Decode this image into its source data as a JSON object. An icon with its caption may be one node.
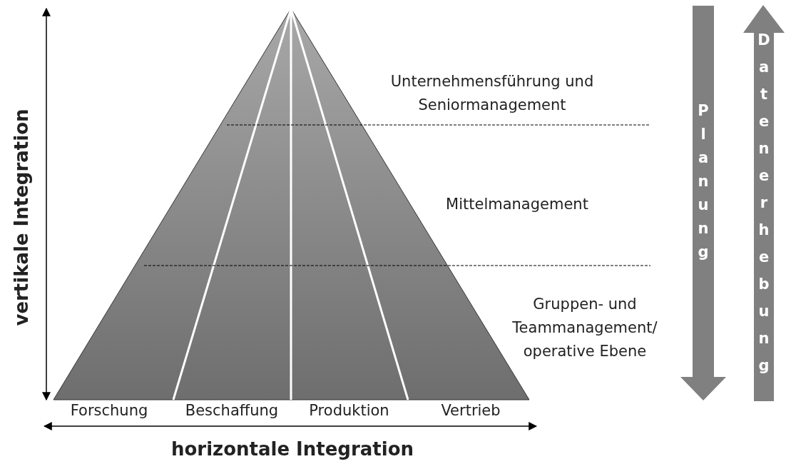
{
  "diagram": {
    "nodes": [
      {
        "text": [
          "Planung"
        ]
      },
      {
        "text": [
          "Datenerhebung"
        ]
      }
    ],
    "labels": [
      "Unternehmensführung und Seniormanagement",
      "Mittelmanagement",
      "Gruppen- und Teammanagement/ operative Ebene",
      "vertikale Integration",
      "Forschung",
      "Beschaffung",
      "Produktion",
      "Vertrieb",
      "horizontale Integration"
    ]
  }
}
